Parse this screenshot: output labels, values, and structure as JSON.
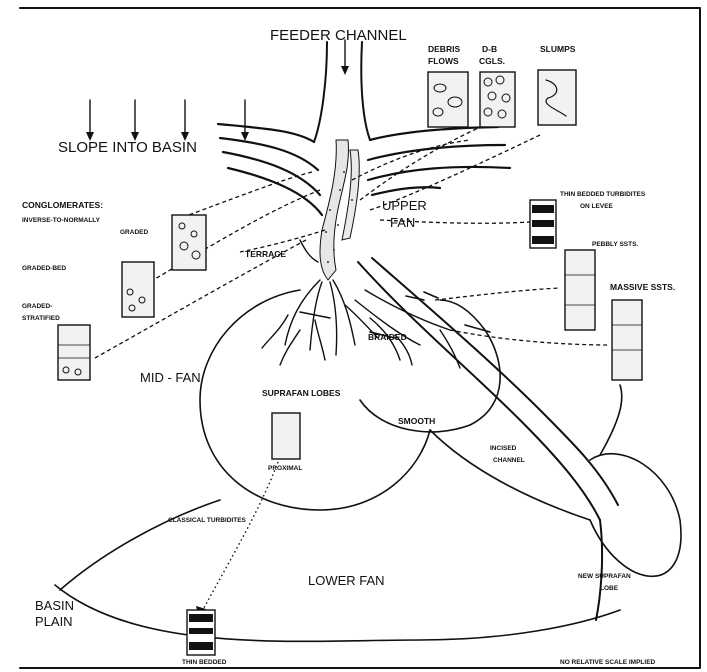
{
  "labels": {
    "feeder_channel": "FEEDER CHANNEL",
    "debris_flows_1": "DEBRIS",
    "debris_flows_2": "FLOWS",
    "db_cgls_1": "D-B",
    "db_cgls_2": "CGLS.",
    "slumps": "SLUMPS",
    "slope_into_basin": "SLOPE INTO BASIN",
    "conglomerates": "CONGLOMERATES:",
    "inverse_graded_1": "INVERSE-TO-NORMALLY",
    "inverse_graded_2": "GRADED",
    "graded_bed": "GRADED-BED",
    "graded_stratified_1": "GRADED-",
    "graded_stratified_2": "STRATIFIED",
    "terrace": "TERRACE",
    "upper_fan_1": "UPPER",
    "upper_fan_2": "FAN",
    "thin_bedded_levee_1": "THIN BEDDED TURBIDITES",
    "thin_bedded_levee_2": "ON LEVEE",
    "pebbly_ssts": "PEBBLY SSTS.",
    "massive_ssts": "MASSIVE SSTS.",
    "braided": "BRAIDED",
    "mid_fan": "MID - FAN",
    "suprafan_lobes": "SUPRAFAN LOBES",
    "smooth": "SMOOTH",
    "proximal": "PROXIMAL",
    "incised_channel_1": "INCISED",
    "incised_channel_2": "CHANNEL",
    "classical_turbidites": "CLASSICAL TURBIDITES",
    "new_suprafan_lobe_1": "NEW SUPRAFAN",
    "new_suprafan_lobe_2": "LOBE",
    "lower_fan": "LOWER FAN",
    "basin_plain_1": "BASIN",
    "basin_plain_2": "PLAIN",
    "thin_bedded": "THIN BEDDED",
    "scale_note": "NO RELATIVE SCALE IMPLIED"
  }
}
